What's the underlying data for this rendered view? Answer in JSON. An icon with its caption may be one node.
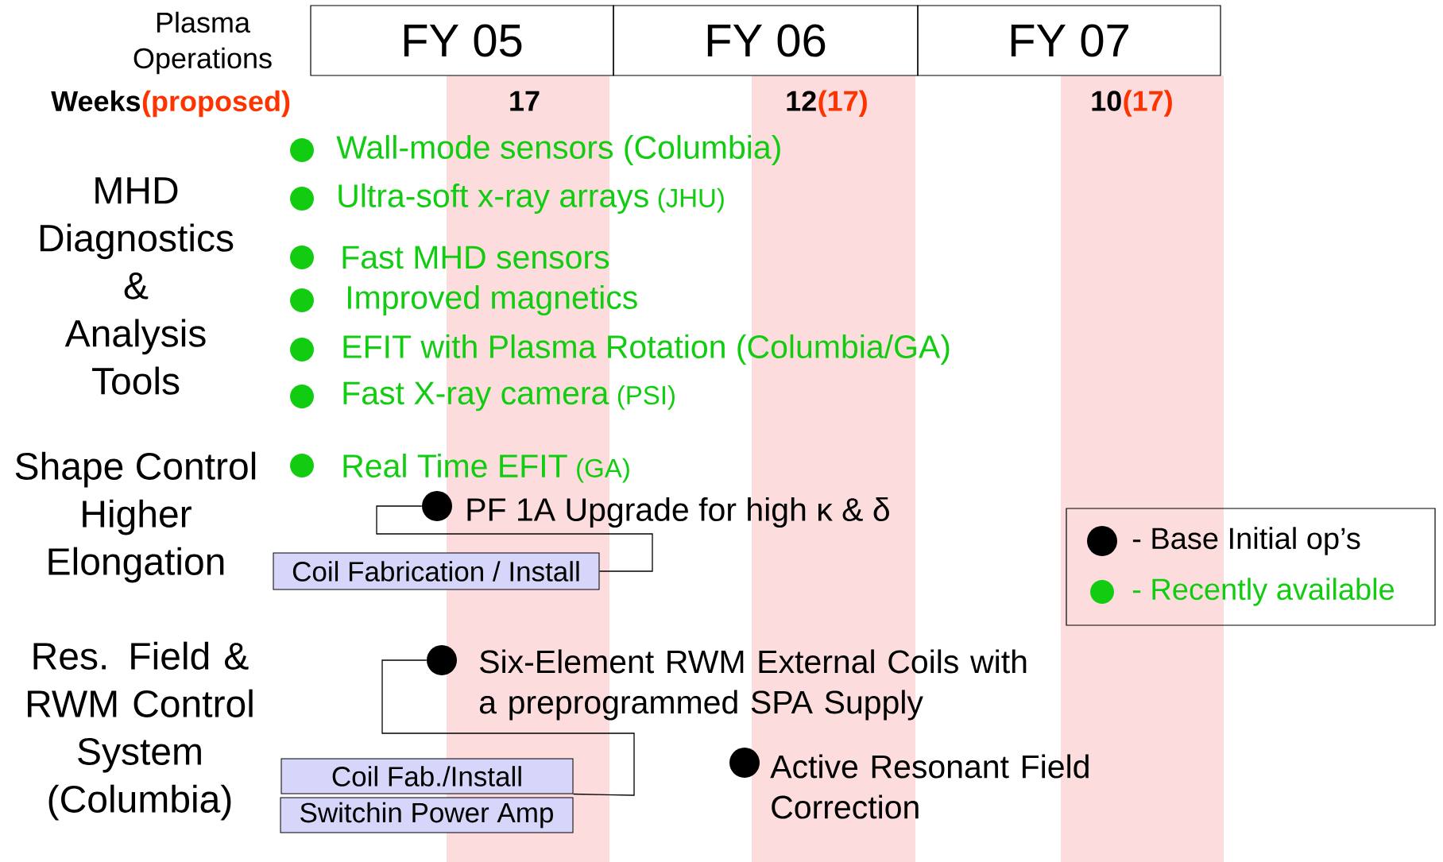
{
  "diagram": {
    "nodes": [
      {
        "text": [
          "FY 05"
        ]
      },
      {
        "text": [
          "FY 06"
        ]
      },
      {
        "text": [
          "FY 07"
        ]
      },
      {
        "text": [],
        "shape": "circle"
      },
      {
        "text": [
          "Coil Fabrication  / Install"
        ]
      },
      {
        "text": [],
        "shape": "circle"
      },
      {
        "text": [
          "Coil Fab./Install"
        ]
      },
      {
        "text": [
          "Switchin Power Amp"
        ]
      },
      {
        "text": [],
        "shape": "circle"
      }
    ],
    "edges": [
      {
        "from": 3,
        "to": 4,
        "arrow": "none"
      },
      {
        "from": 5,
        "to": 6,
        "arrow": "none"
      }
    ],
    "labels": [
      "Plasma Operations",
      "Weeks",
      "(proposed)",
      "17",
      "12",
      "(17)",
      "10",
      "(17)",
      "Wall-mode sensors (Columbia)",
      "MHD Diagnostics & Analysis Tools",
      "Ultra-soft x-ray arrays",
      "(JHU)",
      "Fast MHD sensors",
      "Improved magnetics",
      "EFIT with Plasma Rotation (Columbia/GA)",
      "Fast X-ray camera",
      "(PSI)",
      "Shape Control",
      "Real Time EFIT",
      "(GA)",
      "PF 1A Upgrade for high κ & δ",
      "Higher Elongation",
      "Res. Field & RWM Control System (Columbia)",
      "Six-Element RWM External Coils with a preprogrammed SPA Supply",
      "Active Resonant Field Correction"
    ],
    "legend": [
      {
        "text": "- Base Initial op’s",
        "color": "#000000"
      },
      {
        "text": "- Recently available",
        "color": "#11cc11"
      }
    ]
  }
}
